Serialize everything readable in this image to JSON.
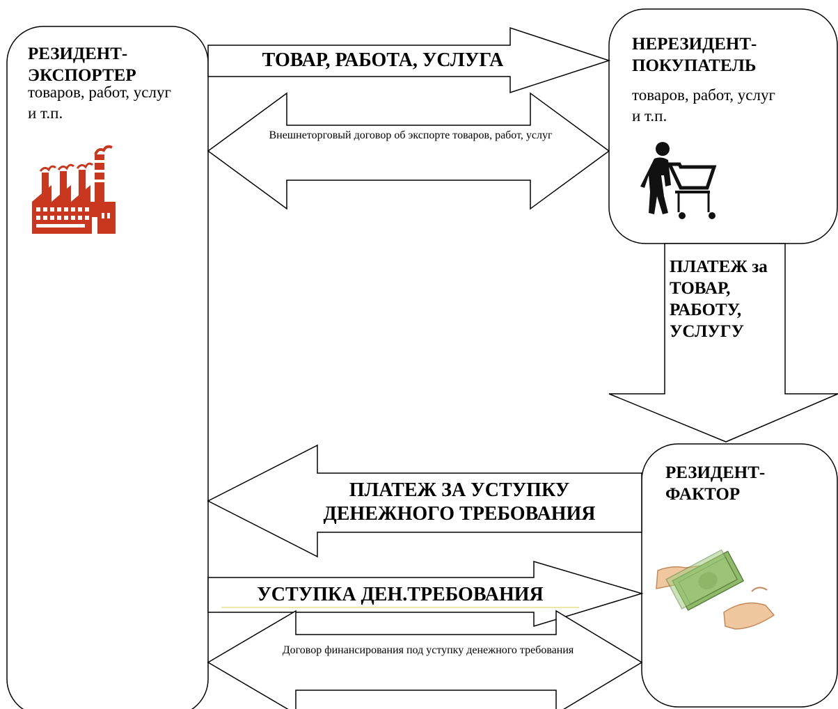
{
  "boxes": {
    "exporter": {
      "title": "РЕЗИДЕНТ-ЭКСПОРТЕР",
      "subtitle": "товаров, работ, услуг и т.п.",
      "icon": "factory-icon"
    },
    "buyer": {
      "title": "НЕРЕЗИДЕНТ-ПОКУПАТЕЛЬ",
      "subtitle": "товаров, работ, услуг и т.п.",
      "icon": "shopping-cart-icon"
    },
    "factor": {
      "title": "РЕЗИДЕНТ-ФАКТОР",
      "icon": "money-handover-icon"
    }
  },
  "arrows": {
    "goods": "ТОВАР, РАБОТА, УСЛУГА",
    "export_contract": "Внешнеторговый договор об экспорте товаров, работ, услуг",
    "payment_goods": "ПЛАТЕЖ за ТОВАР, РАБОТУ, УСЛУГУ",
    "payment_assignment": "ПЛАТЕЖ ЗА УСТУПКУ ДЕНЕЖНОГО ТРЕБОВАНИЯ",
    "assignment": "УСТУПКА ДЕН.ТРЕБОВАНИЯ",
    "financing_contract": "Договор финансирования под уступку денежного требования"
  },
  "colors": {
    "factory": "#c8371e",
    "buyer_icon": "#111111",
    "money": "#6f9a4a",
    "underline": "#e8e08a"
  }
}
